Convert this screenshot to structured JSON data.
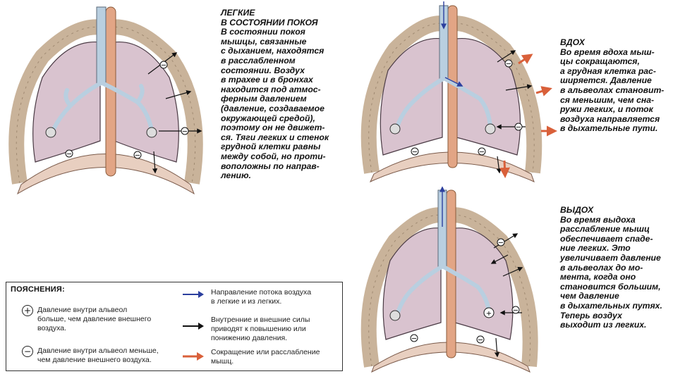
{
  "rest": {
    "title": "ЛЕГКИЕ\nВ СОСТОЯНИИ ПОКОЯ",
    "text": "В состоянии покоя\nмышцы, связанные\nс дыханием, находятся\nв расслабленном\nсостоянии. Воздух\nв трахее и в бронхах\nнаходится под атмос-\nферным давлением\n(давление, создаваемое\nокружающей средой),\nпоэтому он не движет-\nся. Тяги легких и стенок\nгрудной клетки равны\nмежду собой, но проти-\nвоположны по направ-\nлению."
  },
  "inhale": {
    "title": "ВДОХ",
    "text": "Во время вдоха мыш-\nцы сокращаются,\nа грудная клетка рас-\nширяется. Давление\nв альвеолах становит-\nся меньшим, чем сна-\nружи легких, и поток\nвоздуха направляется\nв дыхательные пути."
  },
  "exhale": {
    "title": "ВЫДОХ",
    "text": "Во время выдоха\nрасслабление мышц\nобеспечивает спаде-\nние легких. Это\nувеличивает давление\nв альвеолах до мо-\nмента, когда оно\nстановится большим,\nчем давление\nв дыхательных путях.\nТеперь воздух\nвыходит из легких."
  },
  "legend": {
    "title": "ПОЯСНЕНИЯ:",
    "plus_symbol": "+",
    "minus_symbol": "−",
    "plus_text": "Давление внутри альвеол\nбольше, чем давление внешнего\nвоздуха.",
    "minus_text": "Давление внутри альвеол меньше,\nчем давление внешнего воздуха.",
    "blue_text": "Направление потока воздуха\nв легкие и из легких.",
    "black_text": "Внутренние и внешние силы\nприводят к повышению или\nпонижению давления.",
    "orange_text": "Сокращение или расслабление\nмышц."
  },
  "colors": {
    "blue_arrow": "#2c3f9e",
    "black_arrow": "#111111",
    "orange_arrow": "#d9603a",
    "lung_fill": "#d9c3cf",
    "ribs": "#c9b39a",
    "trachea": "#b9cfe0",
    "esophagus": "#e2a585"
  },
  "icons": {
    "plus_sign": "+",
    "minus_sign": "−"
  }
}
